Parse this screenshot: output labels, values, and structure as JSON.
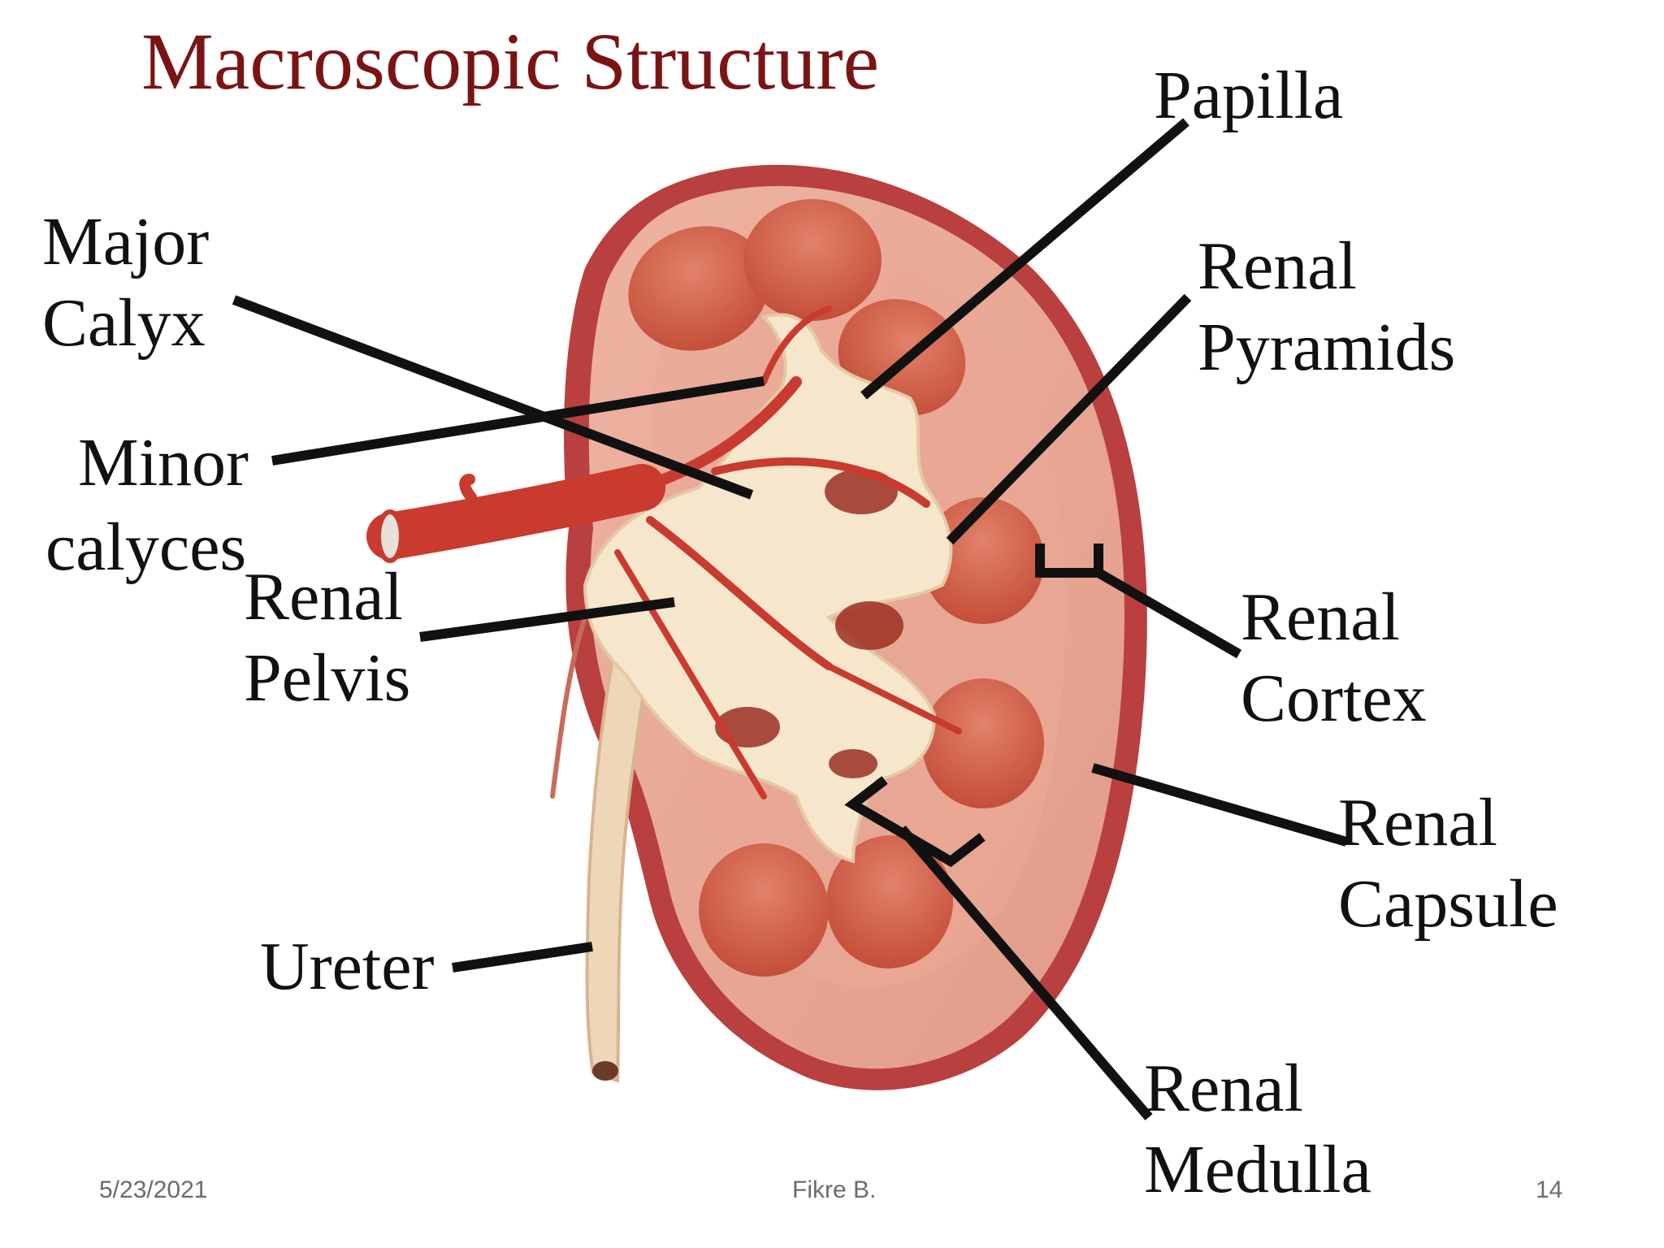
{
  "title": "Macroscopic Structure",
  "labels": {
    "papilla": "Papilla",
    "major_calyx": [
      "Major",
      "Calyx"
    ],
    "minor_calyces": [
      "Minor",
      "calyces"
    ],
    "renal_pelvis": [
      "Renal",
      "Pelvis"
    ],
    "ureter": "Ureter",
    "renal_pyramids": [
      "Renal",
      "Pyramids"
    ],
    "renal_cortex": [
      "Renal",
      "Cortex"
    ],
    "renal_capsule": [
      "Renal",
      "Capsule"
    ],
    "renal_medulla": [
      "Renal",
      "Medulla"
    ]
  },
  "footer": {
    "date": "5/23/2021",
    "author": "Fikre B.",
    "page": "14"
  },
  "colors": {
    "title": "#7a1414",
    "capsule": "#b2383a",
    "cortex": "#e8a592",
    "pyramid": "#d4654b",
    "pelvis": "#f6e6cc",
    "vessel": "#c93a2f"
  }
}
